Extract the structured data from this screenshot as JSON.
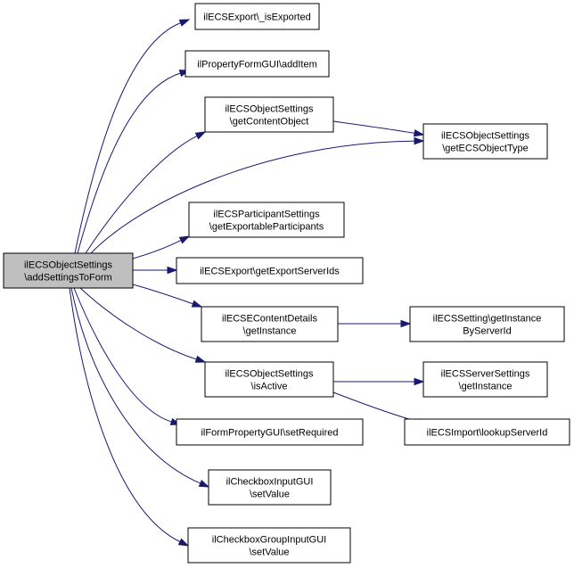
{
  "colors": {
    "edge": "#191970",
    "focus_fill": "#bfbfbf",
    "node_fill": "#ffffff",
    "border": "#000000"
  },
  "nodes": {
    "addSettingsToForm": {
      "lines": [
        "ilECSObjectSettings",
        "\\addSettingsToForm"
      ],
      "focus": true
    },
    "isExported": {
      "lines": [
        "ilECSExport\\_isExported"
      ]
    },
    "addItem": {
      "lines": [
        "ilPropertyFormGUI\\addItem"
      ]
    },
    "getContentObject": {
      "lines": [
        "ilECSObjectSettings",
        "\\getContentObject"
      ]
    },
    "getECSObjectType": {
      "lines": [
        "ilECSObjectSettings",
        "\\getECSObjectType"
      ]
    },
    "getExportableParticipants": {
      "lines": [
        "ilECSParticipantSettings",
        "\\getExportableParticipants"
      ]
    },
    "getExportServerIds": {
      "lines": [
        "ilECSExport\\getExportServerIds"
      ]
    },
    "getInstanceContentDetails": {
      "lines": [
        "ilECSEContentDetails",
        "\\getInstance"
      ]
    },
    "getInstanceByServerId": {
      "lines": [
        "ilECSSetting\\getInstance",
        "ByServerId"
      ]
    },
    "isActive": {
      "lines": [
        "ilECSObjectSettings",
        "\\isActive"
      ]
    },
    "getInstanceServerSettings": {
      "lines": [
        "ilECSServerSettings",
        "\\getInstance"
      ]
    },
    "lookupServerId": {
      "lines": [
        "ilECSImport\\lookupServerId"
      ]
    },
    "setRequired": {
      "lines": [
        "ilFormPropertyGUI\\setRequired"
      ]
    },
    "checkboxSetValue": {
      "lines": [
        "ilCheckboxInputGUI",
        "\\setValue"
      ]
    },
    "checkboxGroupSetValue": {
      "lines": [
        "ilCheckboxGroupInputGUI",
        "\\setValue"
      ]
    }
  },
  "edges": [
    {
      "from": "addSettingsToForm",
      "to": "isExported"
    },
    {
      "from": "addSettingsToForm",
      "to": "addItem"
    },
    {
      "from": "addSettingsToForm",
      "to": "getContentObject"
    },
    {
      "from": "addSettingsToForm",
      "to": "getECSObjectType"
    },
    {
      "from": "addSettingsToForm",
      "to": "getExportableParticipants"
    },
    {
      "from": "addSettingsToForm",
      "to": "getExportServerIds"
    },
    {
      "from": "addSettingsToForm",
      "to": "getInstanceContentDetails"
    },
    {
      "from": "addSettingsToForm",
      "to": "isActive"
    },
    {
      "from": "addSettingsToForm",
      "to": "setRequired"
    },
    {
      "from": "addSettingsToForm",
      "to": "checkboxSetValue"
    },
    {
      "from": "addSettingsToForm",
      "to": "checkboxGroupSetValue"
    },
    {
      "from": "getContentObject",
      "to": "getECSObjectType"
    },
    {
      "from": "getInstanceContentDetails",
      "to": "getInstanceByServerId"
    },
    {
      "from": "isActive",
      "to": "getInstanceServerSettings"
    },
    {
      "from": "isActive",
      "to": "lookupServerId"
    }
  ]
}
